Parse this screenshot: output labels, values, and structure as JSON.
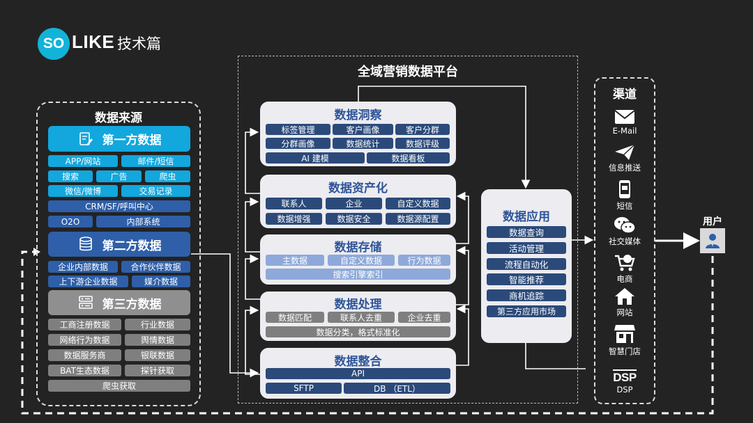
{
  "header": {
    "logo_circle": "SO",
    "logo_word": "LIKE",
    "tagline": "技术篇"
  },
  "platform": {
    "title": "全域营销数据平台"
  },
  "sources": {
    "title": "数据来源",
    "first": {
      "label": "第一方数据",
      "items": [
        "APP/网站",
        "邮件/短信",
        "搜索",
        "广告",
        "爬虫",
        "微信/微博",
        "交易记录",
        "CRM/SF/呼叫中心",
        "O2O",
        "内部系统"
      ]
    },
    "second": {
      "label": "第二方数据",
      "items": [
        "企业内部数据",
        "合作伙伴数据",
        "上下游企业数据",
        "媒介数据"
      ]
    },
    "third": {
      "label": "第三方数据",
      "items": [
        "工商注册数据",
        "行业数据",
        "网络行为数据",
        "舆情数据",
        "数据服务商",
        "银联数据",
        "BAT生态数据",
        "探针获取",
        "爬虫获取"
      ]
    }
  },
  "modules": {
    "insight": {
      "title": "数据洞察",
      "items": [
        "标签管理",
        "客户画像",
        "客户分群",
        "分群画像",
        "数据统计",
        "数据评级",
        "AI 建模",
        "数据看板"
      ]
    },
    "asset": {
      "title": "数据资产化",
      "items": [
        "联系人",
        "企业",
        "自定义数据",
        "数据增强",
        "数据安全",
        "数据源配置"
      ]
    },
    "storage": {
      "title": "数据存储",
      "items": [
        "主数据",
        "自定义数据",
        "行为数据",
        "搜索引擎索引"
      ]
    },
    "process": {
      "title": "数据处理",
      "items": [
        "数据匹配",
        "联系人去重",
        "企业去重",
        "数据分类，格式标准化"
      ]
    },
    "integrate": {
      "title": "数据整合",
      "items": [
        "API",
        "SFTP",
        "DB （ETL）"
      ]
    }
  },
  "apps": {
    "title": "数据应用",
    "items": [
      "数据查询",
      "活动管理",
      "流程自动化",
      "智能推荐",
      "商机追踪",
      "第三方应用市场"
    ]
  },
  "channels": {
    "title": "渠道",
    "items": [
      "E-Mail",
      "信息推送",
      "短信",
      "社交媒体",
      "电商",
      "网站",
      "智慧门店",
      "DSP"
    ],
    "dsp_logo": "DSP"
  },
  "user": {
    "label": "用户"
  },
  "colors": {
    "cyan": "#12a7dd",
    "blue": "#2e5fa8",
    "navy": "#2b4a7a",
    "light": "#8ea9d9",
    "panel": "#ececf1",
    "title_blue": "#2f5597"
  }
}
